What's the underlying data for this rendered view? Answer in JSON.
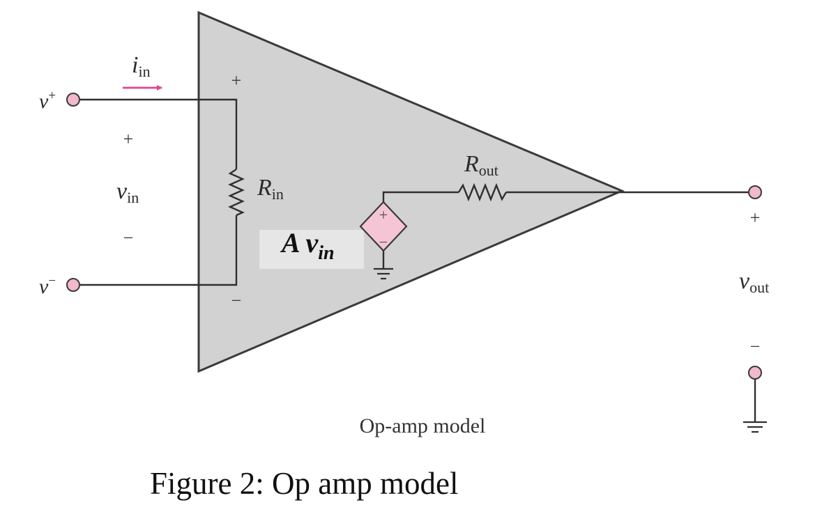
{
  "figure": {
    "caption": "Figure 2: Op amp model",
    "model_label": "Op-amp model"
  },
  "labels": {
    "v_plus": {
      "base": "v",
      "sup": "+"
    },
    "v_minus": {
      "base": "v",
      "sup": "−"
    },
    "i_in": {
      "base": "i",
      "sub": "in"
    },
    "v_in": {
      "base": "v",
      "sub": "in"
    },
    "r_in": {
      "base": "R",
      "sub": "in"
    },
    "r_out": {
      "base": "R",
      "sub": "out"
    },
    "gain": {
      "prefix": "A v",
      "sub": "in"
    },
    "v_out": {
      "base": "v",
      "sub": "out"
    }
  },
  "polarity": {
    "plus": "+",
    "minus": "−"
  },
  "colors": {
    "triangle_fill": "#d2d2d2",
    "terminal_fill": "#f2b8cc",
    "source_fill": "#f5c5d6",
    "current_arrow": "#e0458f",
    "wire": "#2f2f2f"
  }
}
